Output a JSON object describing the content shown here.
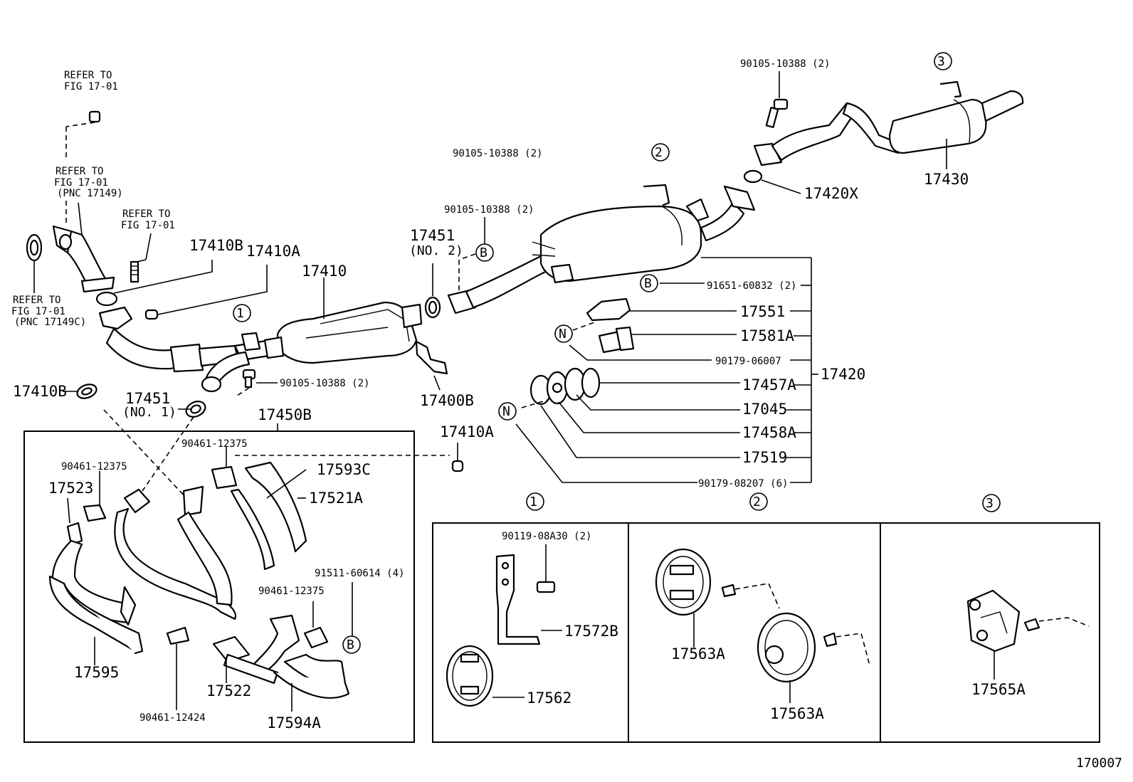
{
  "figure_id": "170007",
  "circled_markers": [
    "①",
    "②",
    "③"
  ],
  "letter_markers": {
    "b": "B",
    "n": "N"
  },
  "refer_notes": {
    "top": [
      "REFER TO",
      "FIG 17-01"
    ],
    "mid": [
      "REFER TO",
      "FIG 17-01",
      "(PNC 17149)"
    ],
    "bolt": [
      "REFER TO",
      "FIG 17-01"
    ],
    "gasket": [
      "REFER TO",
      "FIG 17-01",
      "(PNC 17149C)"
    ]
  },
  "labels": {
    "p17410B_a": "17410B",
    "p17410A_a": "17410A",
    "p17410": "17410",
    "p17451_no2": "17451",
    "p17451_no2_sub": "(NO. 2)",
    "p90105_a": "90105-10388 (2)",
    "p90105_b": "90105-10388 (2)",
    "p90105_c": "90105-10388 (2)",
    "p90105_d": "90105-10388 (2)",
    "p17410B_b": "17410B",
    "p17451_no1": "17451",
    "p17451_no1_sub": "(NO. 1)",
    "p17400B": "17400B",
    "p17410A_b": "17410A",
    "p17420X": "17420X",
    "p17430": "17430",
    "p91651": "91651-60832 (2)",
    "p17551": "17551",
    "p17581A": "17581A",
    "p90179_06007": "90179-06007",
    "p17420": "17420",
    "p17457A": "17457A",
    "p17045": "17045",
    "p17458A": "17458A",
    "p17519": "17519",
    "p90179_08207": "90179-08207 (6)",
    "p17450B": "17450B",
    "p90461_a": "90461-12375",
    "p90461_b": "90461-12375",
    "p17593C": "17593C",
    "p17523": "17523",
    "p17521A": "17521A",
    "p91511": "91511-60614 (4)",
    "p90461_c": "90461-12375",
    "p17595": "17595",
    "p17522": "17522",
    "p90461_12424": "90461-12424",
    "p17594A": "17594A",
    "p90119": "90119-08A30 (2)",
    "p17572B": "17572B",
    "p17562": "17562",
    "p17563A_a": "17563A",
    "p17563A_b": "17563A",
    "p17565A": "17565A"
  }
}
